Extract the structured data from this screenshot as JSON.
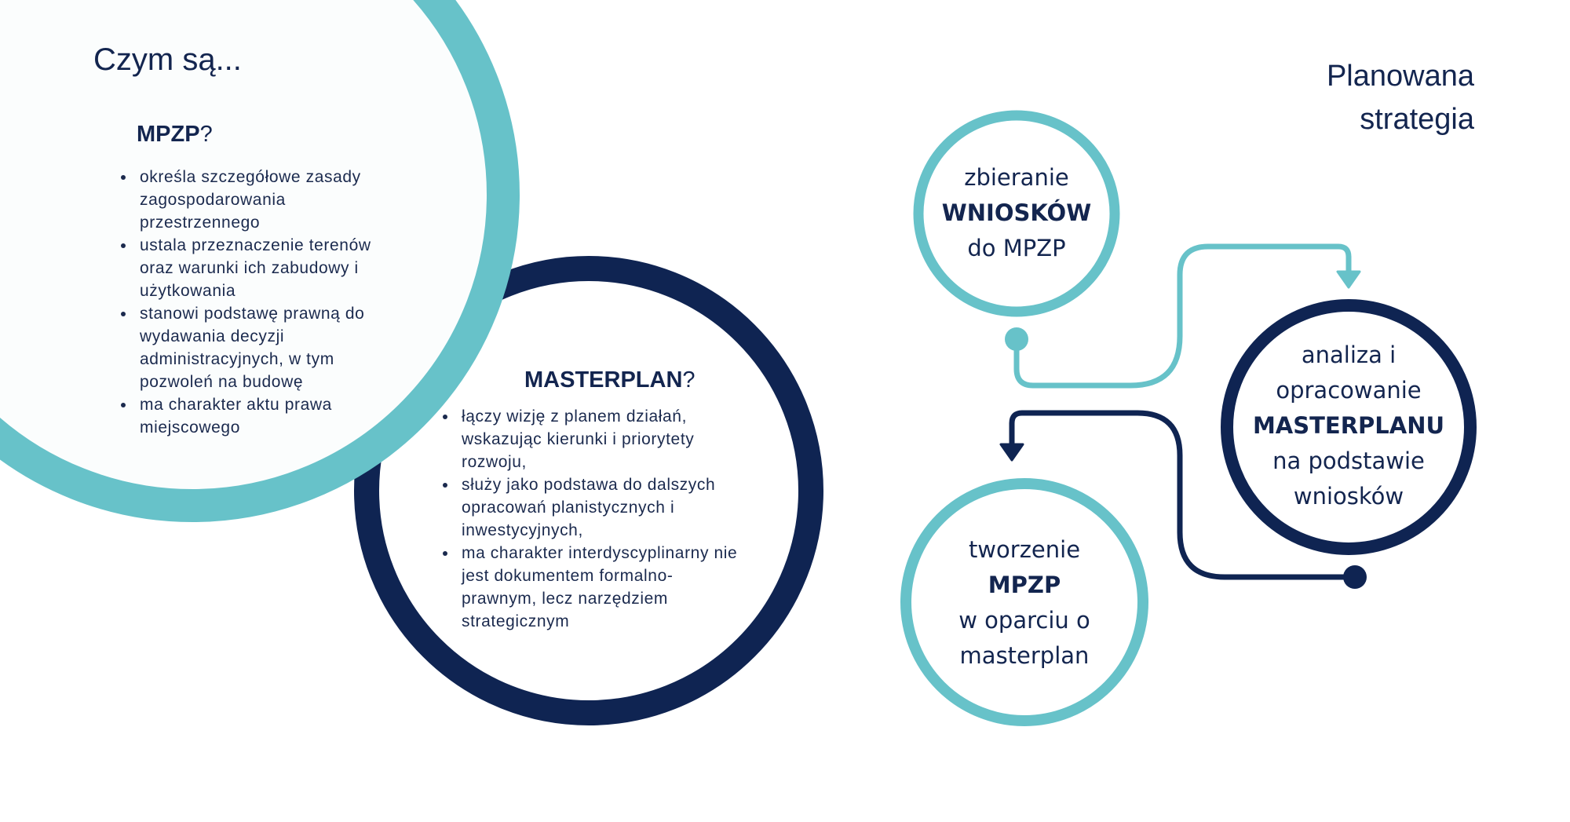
{
  "colors": {
    "teal": "#67c2c9",
    "navy": "#0f2452",
    "fill": "#fbfdfd"
  },
  "left": {
    "heading": "Czym są...",
    "mpzp": {
      "title": "MPZP",
      "q": "?",
      "items": [
        "określa szczegółowe zasady zagospodarowania przestrzennego",
        "ustala przeznaczenie terenów oraz warunki ich zabudowy i użytkowania",
        "stanowi podstawę prawną do wydawania decyzji administracyjnych, w tym pozwoleń na budowę",
        "ma charakter aktu prawa miejscowego"
      ]
    },
    "masterplan": {
      "title": "MASTERPLAN",
      "q": "?",
      "items": [
        "łączy wizję z planem działań, wskazując kierunki i priorytety rozwoju,",
        "służy jako podstawa do dalszych opracowań planistycznych i inwestycyjnych,",
        "ma charakter interdyscyplinarny nie jest dokumentem formalno-prawnym, lecz narzędziem strategicznym"
      ]
    }
  },
  "right": {
    "title_line1": "Planowana",
    "title_line2": "strategia",
    "step1": {
      "l1": "zbieranie",
      "l2": "WNIOSKÓW",
      "l3": "do MPZP"
    },
    "step2": {
      "l1": "analiza i",
      "l2": "opracowanie",
      "l3": "MASTERPLANU",
      "l4": "na podstawie",
      "l5": "wniosków"
    },
    "step3": {
      "l1": "tworzenie",
      "l2": "MPZP",
      "l3": "w oparciu o",
      "l4": "masterplan"
    }
  }
}
